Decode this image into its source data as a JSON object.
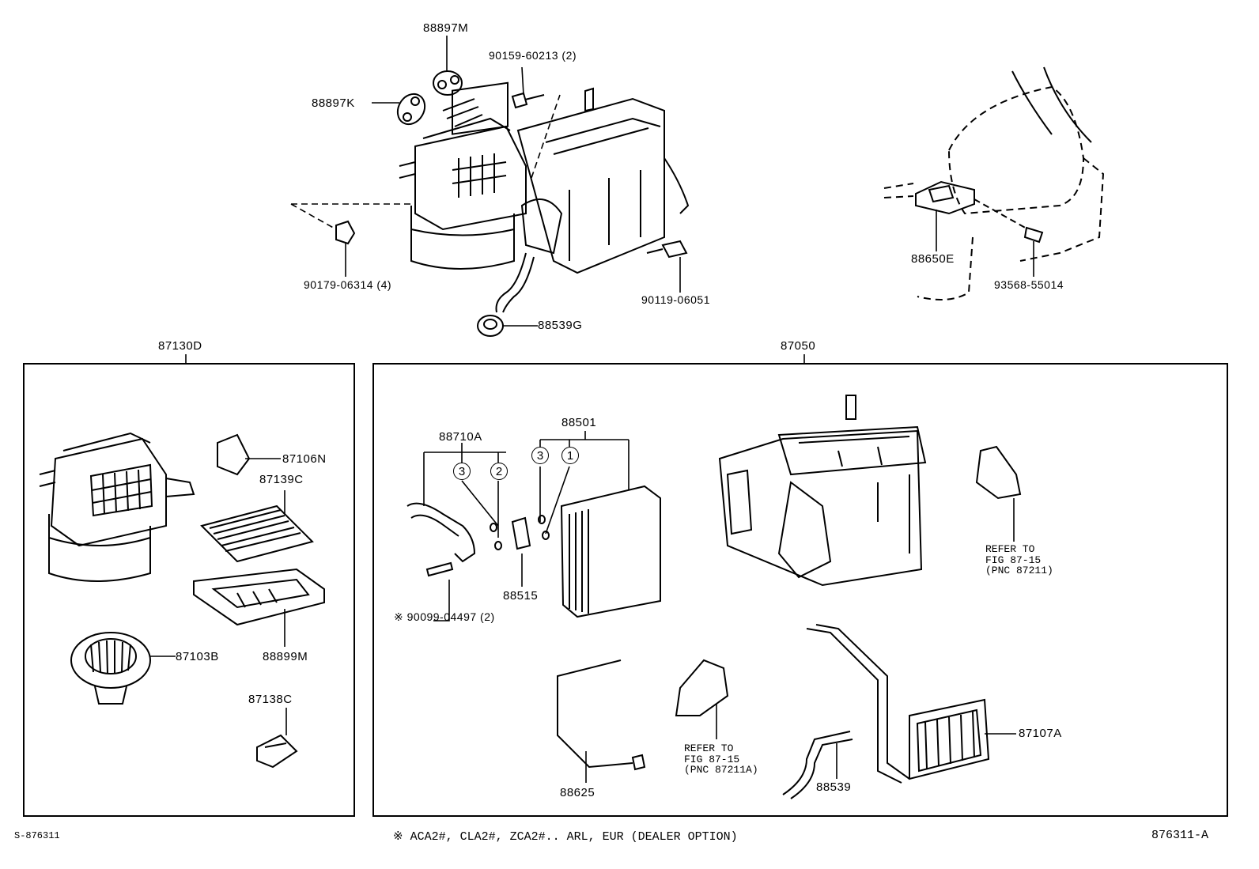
{
  "callouts": {
    "p88897M": "88897M",
    "p90159": "90159-60213 (2)",
    "p88897K": "88897K",
    "p90179": "90179-06314 (4)",
    "p90119": "90119-06051",
    "p88539G": "88539G",
    "p88650E": "88650E",
    "p93568": "93568-55014",
    "p87130D": "87130D",
    "p87050": "87050",
    "p87106N": "87106N",
    "p87139C": "87139C",
    "p87103B": "87103B",
    "p88899M": "88899M",
    "p87138C": "87138C",
    "p88710A": "88710A",
    "p88501": "88501",
    "p88515": "88515",
    "p90099": "※ 90099-04497 (2)",
    "p88625": "88625",
    "p88539": "88539",
    "p87107A": "87107A"
  },
  "circles": {
    "c3a": "3",
    "c2": "2",
    "c3b": "3",
    "c1": "1"
  },
  "notes": {
    "refer_right": [
      "REFER TO",
      "FIG 87-15",
      "(PNC 87211)"
    ],
    "refer_bottom": [
      "REFER TO",
      "FIG 87-15",
      "(PNC 87211A)"
    ]
  },
  "footer": {
    "left": "S-876311",
    "center": "※ ACA2#, CLA2#, ZCA2#.. ARL, EUR (DEALER OPTION)",
    "right": "876311-A"
  }
}
